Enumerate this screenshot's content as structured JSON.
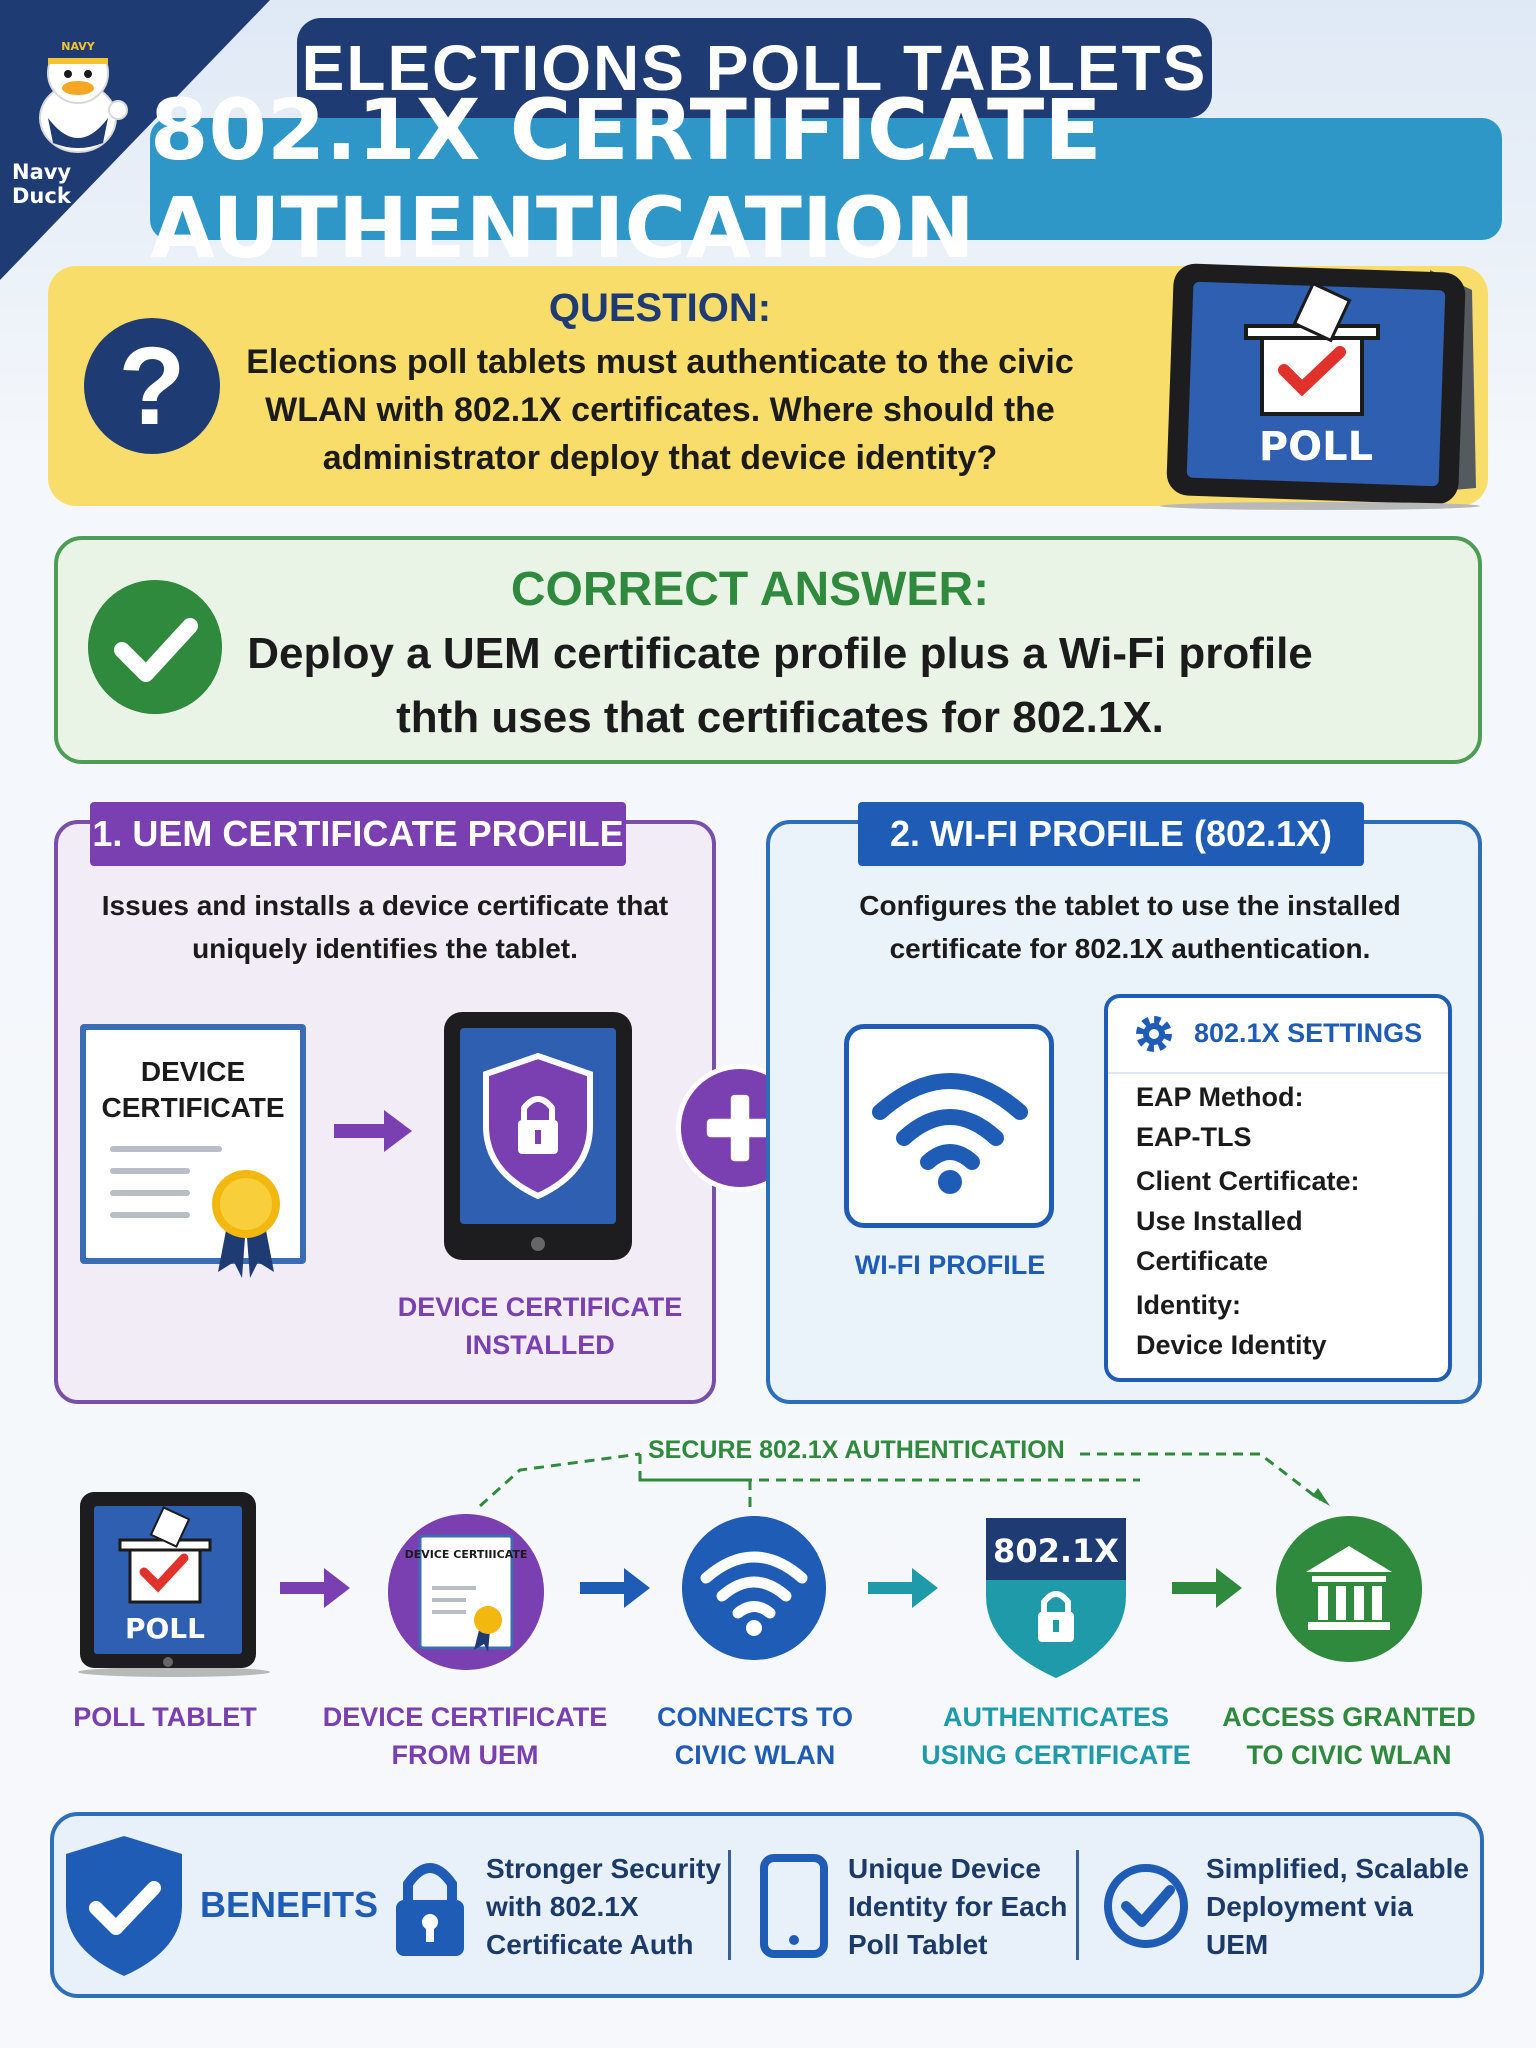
{
  "logo": {
    "text_line1": "Navy",
    "text_line2": "Duck",
    "cap_text": "NAVY"
  },
  "title": {
    "line1": "ELECTIONS POLL TABLETS",
    "line2": "802.1X CERTIFICATE AUTHENTICATION"
  },
  "question": {
    "label": "QUESTION:",
    "text": "Elections poll tablets must authenticate to the civic WLAN with 802.1X certificates. Where should the administrator deploy that device identity?",
    "tablet_text": "POLL"
  },
  "answer": {
    "label": "CORRECT ANSWER:",
    "text": "Deploy a UEM certificate profile plus a Wi-Fi profile thth uses that certificates for 802.1X."
  },
  "panel1": {
    "title": "1. UEM CERTIFICATE PROFILE",
    "description": "Issues and installs a device certificate that uniquely identifies the tablet.",
    "cert_title": "DEVICE CERTIFICATE",
    "installed_label": "DEVICE CERTIFICATE INSTALLED"
  },
  "panel2": {
    "title": "2. WI-FI PROFILE (802.1X)",
    "description": "Configures the tablet to use the installed certificate for 802.1X authentication.",
    "wifi_label": "WI-FI PROFILE",
    "settings": {
      "heading": "802.1X SETTINGS",
      "eap_label": "EAP Method:",
      "eap_value": "EAP-TLS",
      "client_label": "Client Certificate:",
      "client_value_1": "Use Installed",
      "client_value_2": "Certificate",
      "identity_label": "Identity:",
      "identity_value": "Device Identity"
    }
  },
  "flow": {
    "secure_label": "SECURE 802.1X AUTHENTICATION",
    "tablet_text": "POLL",
    "cert_text": "DEVICE CERTIIICATE",
    "shield_text": "802.1X",
    "steps": [
      {
        "line1": "POLL TABLET",
        "line2": "",
        "color": "#7a3fb0"
      },
      {
        "line1": "DEVICE CERTIFICATE",
        "line2": "FROM UEM",
        "color": "#7a3fb0"
      },
      {
        "line1": "CONNECTS TO",
        "line2": "CIVIC WLAN",
        "color": "#1f5cb6"
      },
      {
        "line1": "AUTHENTICATES",
        "line2": "USING CERTIFICATE",
        "color": "#1e9aa8"
      },
      {
        "line1": "ACCESS GRANTED",
        "line2": "TO CIVIC WLAN",
        "color": "#2f8a3d"
      }
    ]
  },
  "benefits": {
    "label": "BENEFITS",
    "items": [
      {
        "line1": "Stronger Security",
        "line2": "with 802.1X",
        "line3": "Certificate Auth",
        "icon": "lock-icon"
      },
      {
        "line1": "Unique Device",
        "line2": "Identity for Each",
        "line3": "Poll Tablet",
        "icon": "tablet-icon"
      },
      {
        "line1": "Simplified, Scalable",
        "line2": "Deployment via",
        "line3": "UEM",
        "icon": "check-circle-icon"
      }
    ]
  },
  "colors": {
    "navy": "#1f3b73",
    "teal": "#2e97c7",
    "yellow": "#f9dd6a",
    "green": "#2f8a3d",
    "purple": "#7a3fb0",
    "blue": "#1f5cb6"
  }
}
